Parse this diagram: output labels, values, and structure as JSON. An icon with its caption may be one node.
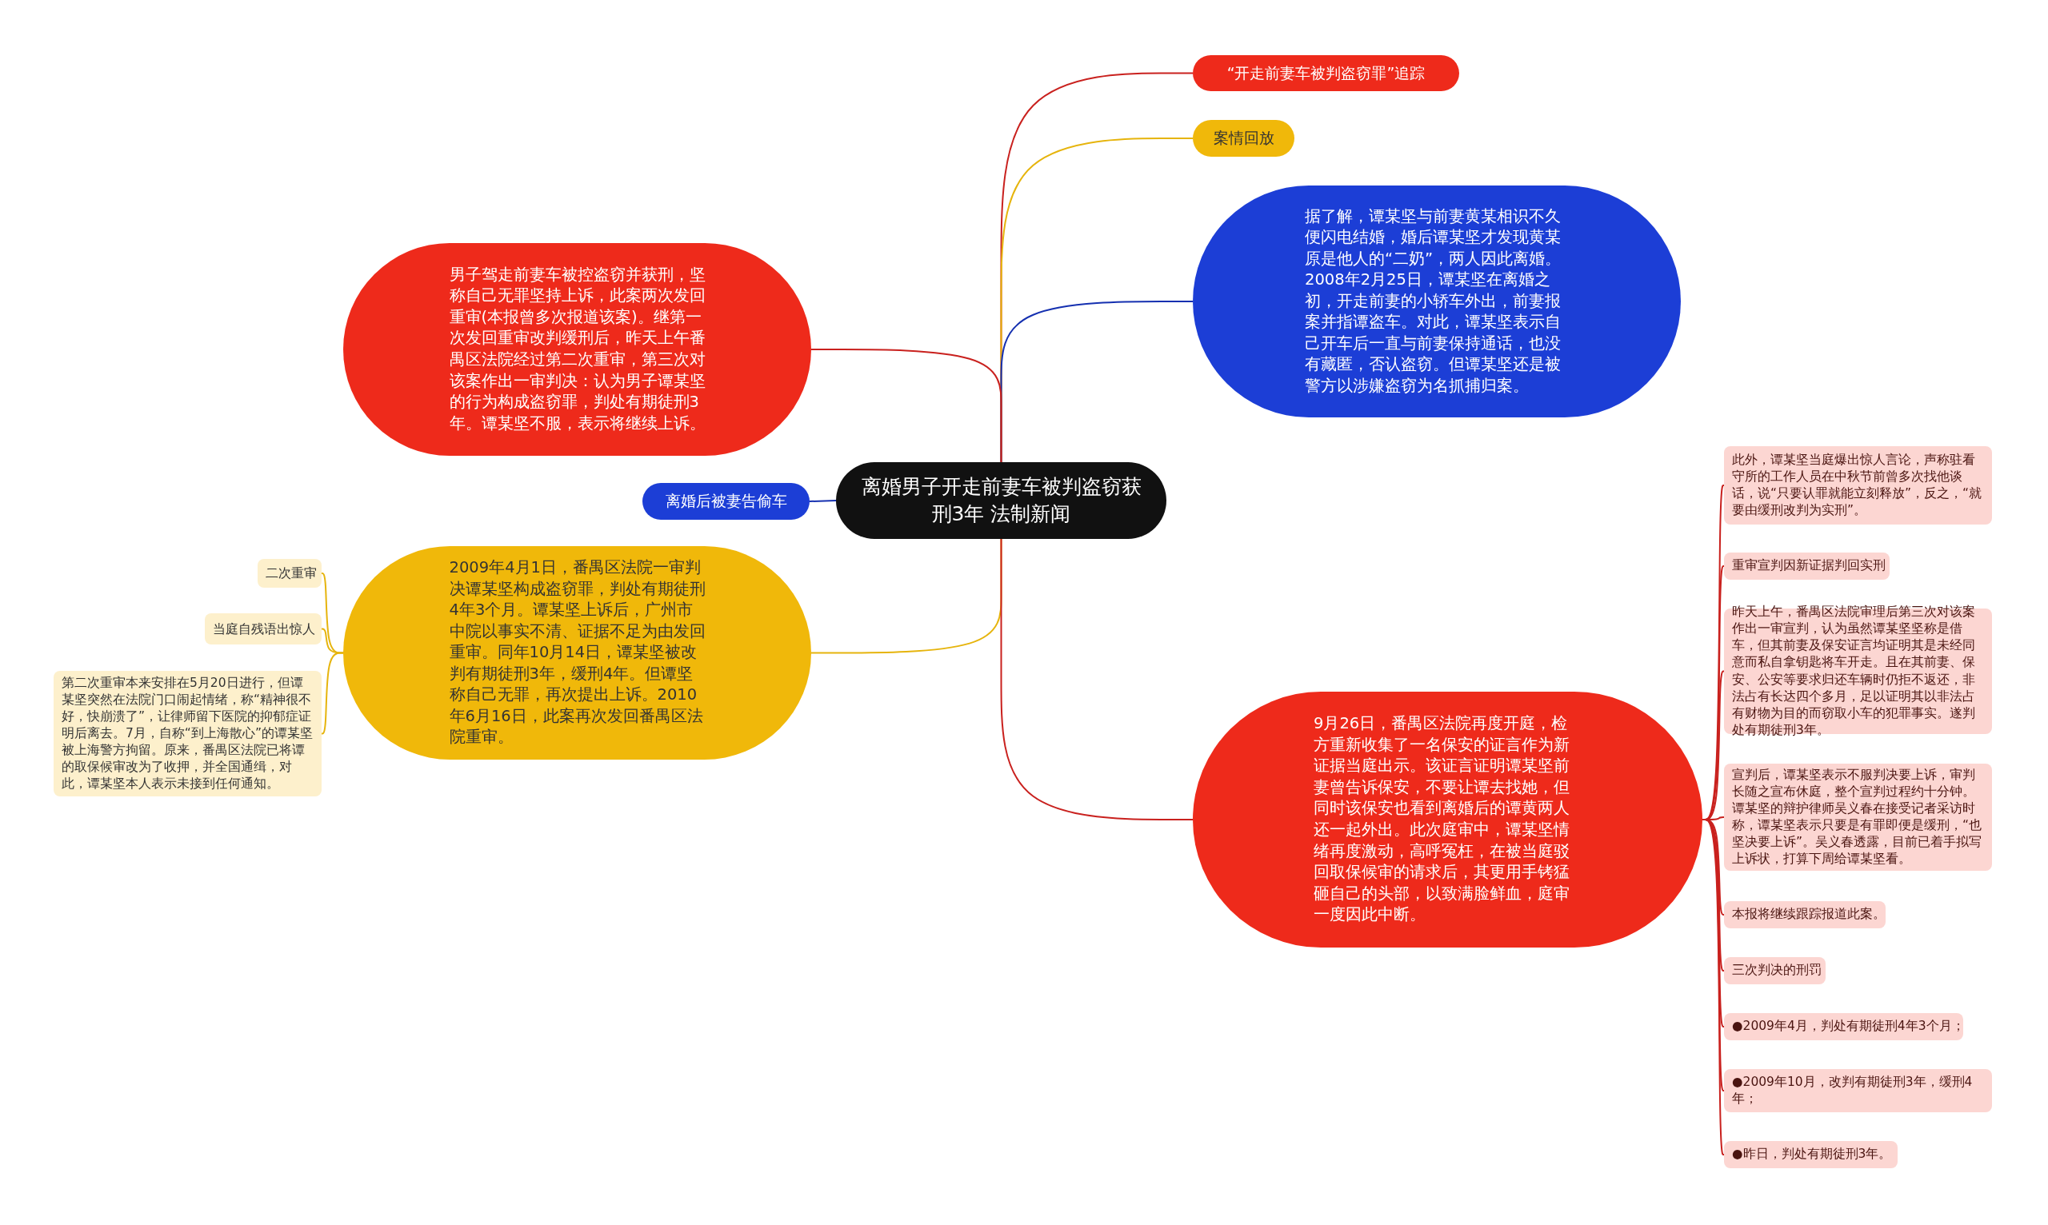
{
  "diagram": {
    "nodes": [
      {
        "text": [
          "离婚男子开走前妻车被判盗窃获刑3年  法制新闻"
        ]
      },
      {
        "text": [
          "“开走前妻车被判盗窃罪”追踪"
        ]
      },
      {
        "text": [
          "案情回放"
        ]
      },
      {
        "text": [
          "据了解，谭某坚与前妻黄某相识不久便闪电结婚，婚后谭某坚才发现黄某原是他人的“二奶”，两人因此离婚。2008年2月25日，谭某坚在离婚之初，开走前妻的小轿车外出，前妻报案并指谭盗车。对此，谭某坚表示自己开车后一直与前妻保持通话，也没有藏匿，否认盗窃。但谭某坚还是被警方以涉嫌盗窃为名抓捕归案。"
        ]
      },
      {
        "text": [
          " 男子驾走前妻车被控盗窃并获刑，坚称自己无罪坚持上诉，此案两次发回重审(本报曾多次报道该案)。继第一次发回重审改判缓刑后，昨天上午番禺区法院经过第二次重审，第三次对该案作出一审判决：认为男子谭某坚的行为构成盗窃罪，判处有期徒刑3年。谭某坚不服，表示将继续上诉。"
        ]
      },
      {
        "text": [
          "离婚后被妻告偷车"
        ]
      },
      {
        "text": [
          "2009年4月1日，番禺区法院一审判决谭某坚构成盗窃罪，判处有期徒刑4年3个月。谭某坚上诉后，广州市中院以事实不清、证据不足为由发回重审。同年10月14日，谭某坚被改判有期徒刑3年，缓刑4年。但谭坚称自己无罪，再次提出上诉。2010年6月16日，此案再次发回番禺区法院重审。"
        ]
      },
      {
        "text": [
          "二次重审"
        ]
      },
      {
        "text": [
          "当庭自残语出惊人"
        ]
      },
      {
        "text": [
          "第二次重审本来安排在5月20日进行，但谭某坚突然在法院门口闹起情绪，称“精神很不好，快崩溃了”，让律师留下医院的抑郁症证明后离去。7月，自称“到上海散心”的谭某坚被上海警方拘留。原来，番禺区法院已将谭的取保候审改为了收押，并全国通缉，对此，谭某坚本人表示未接到任何通知。"
        ]
      },
      {
        "text": [
          "9月26日，番禺区法院再度开庭，检方重新收集了一名保安的证言作为新证据当庭出示。该证言证明谭某坚前妻曾告诉保安，不要让谭去找她，但同时该保安也看到离婚后的谭黄两人还一起外出。此次庭审中，谭某坚情绪再度激动，高呼冤枉，在被当庭驳回取保候审的请求后，其更用手铐猛砸自己的头部，以致满脸鲜血，庭审一度因此中断。"
        ]
      },
      {
        "text": [
          "此外，谭某坚当庭爆出惊人言论，声称驻看守所的工作人员在中秋节前曾多次找他谈话，说“只要认罪就能立刻释放”，反之，“就要由缓刑改判为实刑”。"
        ]
      },
      {
        "text": [
          "重审宣判因新证据判回实刑"
        ]
      },
      {
        "text": [
          "昨天上午，番禺区法院审理后第三次对该案作出一审宣判，认为虽然谭某坚坚称是借车，但其前妻及保安证言均证明其是未经同意而私自拿钥匙将车开走。且在其前妻、保安、公安等要求归还车辆时仍拒不返还，非法占有长达四个多月，足以证明其以非法占有财物为目的而窃取小车的犯罪事实。遂判处有期徒刑3年。"
        ]
      },
      {
        "text": [
          "宣判后，谭某坚表示不服判决要上诉，审判长随之宣布休庭，整个宣判过程约十分钟。谭某坚的辩护律师吴义春在接受记者采访时称，谭某坚表示只要是有罪即便是缓刑，“也坚决要上诉”。吴义春透露，目前已着手拟写上诉状，打算下周给谭某坚看。"
        ]
      },
      {
        "text": [
          "本报将继续跟踪报道此案。"
        ]
      },
      {
        "text": [
          "三次判决的刑罚"
        ]
      },
      {
        "text": [
          "●2009年4月，判处有期徒刑4年3个月；"
        ]
      },
      {
        "text": [
          "●2009年10月，改判有期徒刑3年，缓刑4年；"
        ]
      },
      {
        "text": [
          "●昨日，判处有期徒刑3年。"
        ]
      }
    ],
    "edges": [
      {
        "from": 0,
        "to": 1,
        "arrow": "none"
      },
      {
        "from": 0,
        "to": 2,
        "arrow": "none",
        "color": "#e6b40c"
      },
      {
        "from": 0,
        "to": 3,
        "arrow": "none",
        "color": "#1530b0"
      },
      {
        "from": 0,
        "to": 4,
        "arrow": "none"
      },
      {
        "from": 0,
        "to": 5,
        "arrow": "none",
        "color": "#1530b0"
      },
      {
        "from": 0,
        "to": 6,
        "arrow": "none",
        "color": "#e6b40c"
      },
      {
        "from": 6,
        "to": 7,
        "arrow": "none",
        "color": "#e6b40c"
      },
      {
        "from": 6,
        "to": 8,
        "arrow": "none",
        "color": "#e6b40c"
      },
      {
        "from": 6,
        "to": 9,
        "arrow": "none",
        "color": "#e6b40c"
      },
      {
        "from": 0,
        "to": 10,
        "arrow": "none"
      },
      {
        "from": 10,
        "to": 11,
        "arrow": "none"
      },
      {
        "from": 10,
        "to": 12,
        "arrow": "none"
      },
      {
        "from": 10,
        "to": 13,
        "arrow": "none"
      },
      {
        "from": 10,
        "to": 14,
        "arrow": "none"
      },
      {
        "from": 10,
        "to": 15,
        "arrow": "none"
      },
      {
        "from": 10,
        "to": 16,
        "arrow": "none"
      },
      {
        "from": 10,
        "to": 17,
        "arrow": "none"
      },
      {
        "from": 10,
        "to": 18,
        "arrow": "none"
      },
      {
        "from": 10,
        "to": 19,
        "arrow": "none"
      }
    ]
  }
}
